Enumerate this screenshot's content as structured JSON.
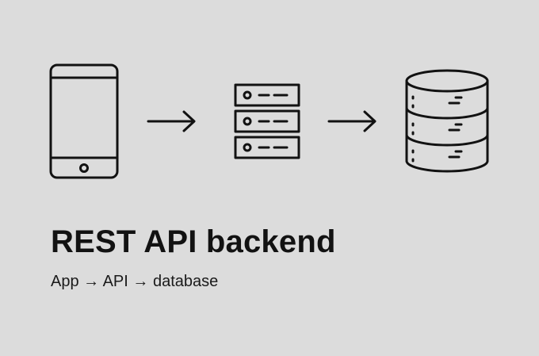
{
  "diagram": {
    "nodes": [
      {
        "name": "phone",
        "icon": "mobile-phone-icon"
      },
      {
        "name": "api-server",
        "icon": "server-rack-icon"
      },
      {
        "name": "database",
        "icon": "database-icon"
      }
    ],
    "arrows": [
      {
        "from": "phone",
        "to": "api-server",
        "icon": "arrow-right-icon"
      },
      {
        "from": "api-server",
        "to": "database",
        "icon": "arrow-right-icon"
      }
    ],
    "stroke_color": "#121212",
    "background_color": "#dcdcdc"
  },
  "title": "REST API backend",
  "subtitle": "App → API → database"
}
